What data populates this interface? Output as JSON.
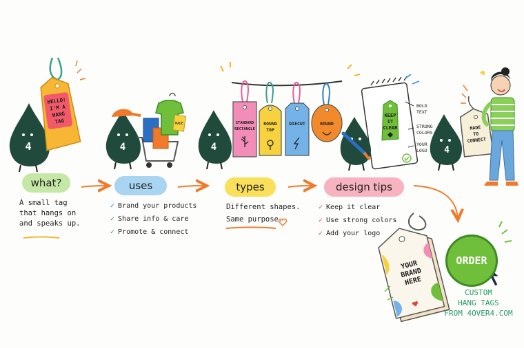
{
  "stages": {
    "what": {
      "label": "what?",
      "tag_text": [
        "HELLO!",
        "I'M A",
        "HANG",
        "TAG"
      ],
      "body": [
        "A small tag",
        "that hangs on",
        "and speaks up."
      ]
    },
    "uses": {
      "label": "uses",
      "items": [
        "Brand your products",
        "Share info & care",
        "Promote & connect"
      ]
    },
    "types": {
      "label": "types",
      "tags": [
        {
          "text": [
            "STANDARD",
            "RECTANGLE"
          ],
          "color": "#f28db7"
        },
        {
          "text": [
            "ROUND",
            "TOP"
          ],
          "color": "#f7d23e"
        },
        {
          "text": [
            "DIECUT"
          ],
          "color": "#74b3e8"
        },
        {
          "text": [
            "ROUND"
          ],
          "color": "#f28a2b"
        }
      ],
      "body": [
        "Different shapes.",
        "Same purpose."
      ]
    },
    "design_tips": {
      "label": "design tips",
      "tag_text": [
        "KEEP",
        "IT",
        "CLEAR"
      ],
      "notes": [
        "BOLD TEXT",
        "STRONG COLORS",
        "YOUR LOGO"
      ],
      "items": [
        "Keep it clear",
        "Use strong colors",
        "Add your logo"
      ]
    }
  },
  "mascot_number": "4",
  "shirt_tag": "MADE",
  "girl_tag": [
    "MADE",
    "TO",
    "CONNECT"
  ],
  "brand_tag": [
    "YOUR",
    "BRAND",
    "HERE"
  ],
  "order": {
    "button": "ORDER",
    "cta": [
      "CUSTOM",
      "HANG TAGS",
      "FROM 4OVER4.COM"
    ]
  },
  "colors": {
    "mascot": "#1f4a3c",
    "what_pill": "#c6e8a6",
    "uses_pill": "#a9d4f2",
    "types_pill": "#f9df5a",
    "tips_pill": "#f7b3bf",
    "arrow": "#f07a2a",
    "order": "#6fbf3a"
  }
}
